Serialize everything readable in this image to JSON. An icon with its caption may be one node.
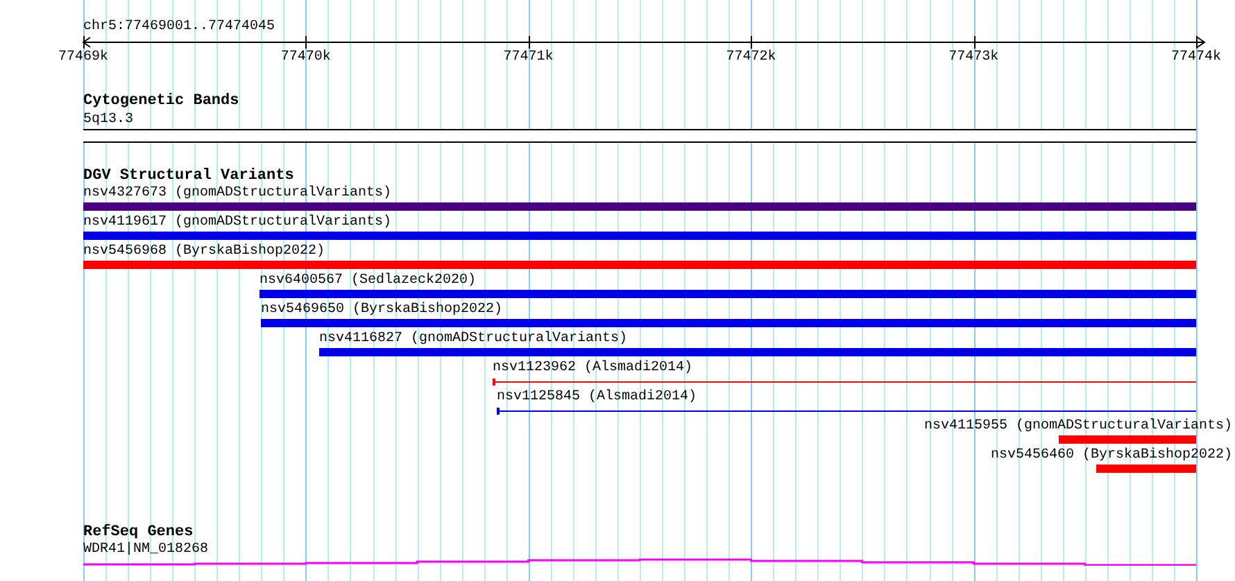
{
  "diagram": {
    "nodes": [
      {
        "text": [
          "5q13.3"
        ]
      },
      {
        "text": [
          "nsv4327673 (gnomADStructuralVariants)"
        ]
      },
      {
        "text": [
          "nsv4119617 (gnomADStructuralVariants)"
        ]
      },
      {
        "text": [
          "nsv5456968 (ByrskaBishop2022)"
        ]
      },
      {
        "text": [
          "nsv6400567 (Sedlazeck2020)"
        ]
      },
      {
        "text": [
          "nsv5469650 (ByrskaBishop2022)"
        ]
      },
      {
        "text": [
          "nsv4116827 (gnomADStructuralVariants)"
        ]
      },
      {
        "text": [
          "nsv1123962 (Alsmadi2014)"
        ]
      },
      {
        "text": [
          "nsv1125845 (Alsmadi2014)"
        ]
      },
      {
        "text": [
          "nsv4115955 (gnomADStructuralVariants)"
        ]
      },
      {
        "text": [
          "nsv5456460 (ByrskaBishop2022)"
        ]
      },
      {
        "text": [
          "WDR41|NM_018268"
        ]
      }
    ],
    "edges": [],
    "labels": [
      "chr5:77469001..77474045",
      "77469k",
      "77470k",
      "77471k",
      "77472k",
      "77473k",
      "77474k",
      "Cytogenetic Bands",
      "DGV Structural Variants",
      "RefSeq Genes"
    ]
  }
}
